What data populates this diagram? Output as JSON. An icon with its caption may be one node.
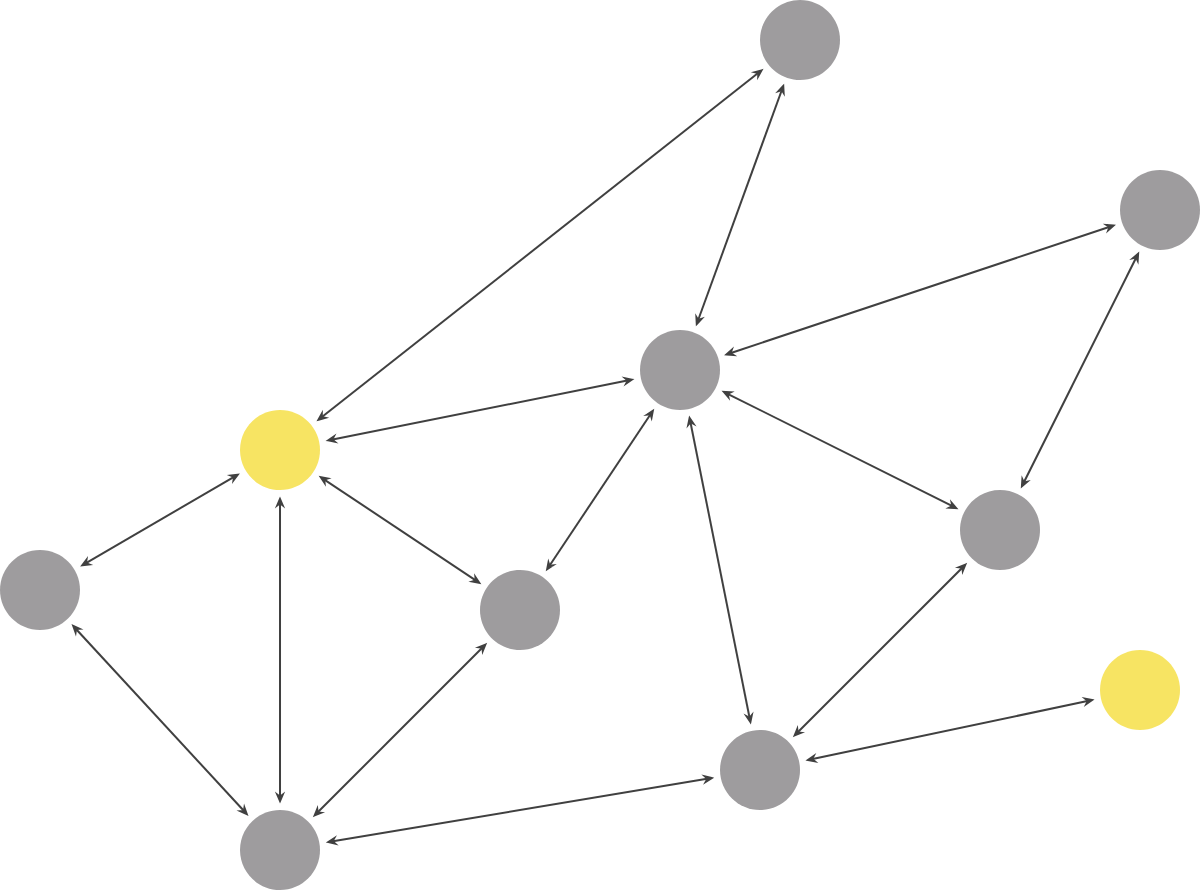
{
  "diagram": {
    "nodes": [
      {
        "text": [],
        "shape": "circle"
      },
      {
        "text": [],
        "shape": "circle"
      },
      {
        "text": [],
        "shape": "circle"
      },
      {
        "text": [],
        "shape": "circle"
      },
      {
        "text": [],
        "shape": "circle"
      },
      {
        "text": [],
        "shape": "circle"
      },
      {
        "text": [],
        "shape": "circle"
      },
      {
        "text": [],
        "shape": "circle"
      },
      {
        "text": [],
        "shape": "circle"
      },
      {
        "text": [],
        "shape": "circle"
      }
    ],
    "edges": [
      {
        "from": 0,
        "to": 3,
        "arrow": "both"
      },
      {
        "from": 0,
        "to": 2,
        "arrow": "both"
      },
      {
        "from": 1,
        "to": 2,
        "arrow": "both"
      },
      {
        "from": 1,
        "to": 4,
        "arrow": "both"
      },
      {
        "from": 2,
        "to": 3,
        "arrow": "both"
      },
      {
        "from": 2,
        "to": 6,
        "arrow": "both"
      },
      {
        "from": 2,
        "to": 4,
        "arrow": "both"
      },
      {
        "from": 2,
        "to": 8,
        "arrow": "both"
      },
      {
        "from": 3,
        "to": 5,
        "arrow": "both"
      },
      {
        "from": 3,
        "to": 9,
        "arrow": "both"
      },
      {
        "from": 3,
        "to": 6,
        "arrow": "both"
      },
      {
        "from": 4,
        "to": 8,
        "arrow": "both"
      },
      {
        "from": 5,
        "to": 9,
        "arrow": "both"
      },
      {
        "from": 6,
        "to": 9,
        "arrow": "both"
      },
      {
        "from": 9,
        "to": 8,
        "arrow": "both"
      },
      {
        "from": 8,
        "to": 7,
        "arrow": "both"
      }
    ]
  }
}
